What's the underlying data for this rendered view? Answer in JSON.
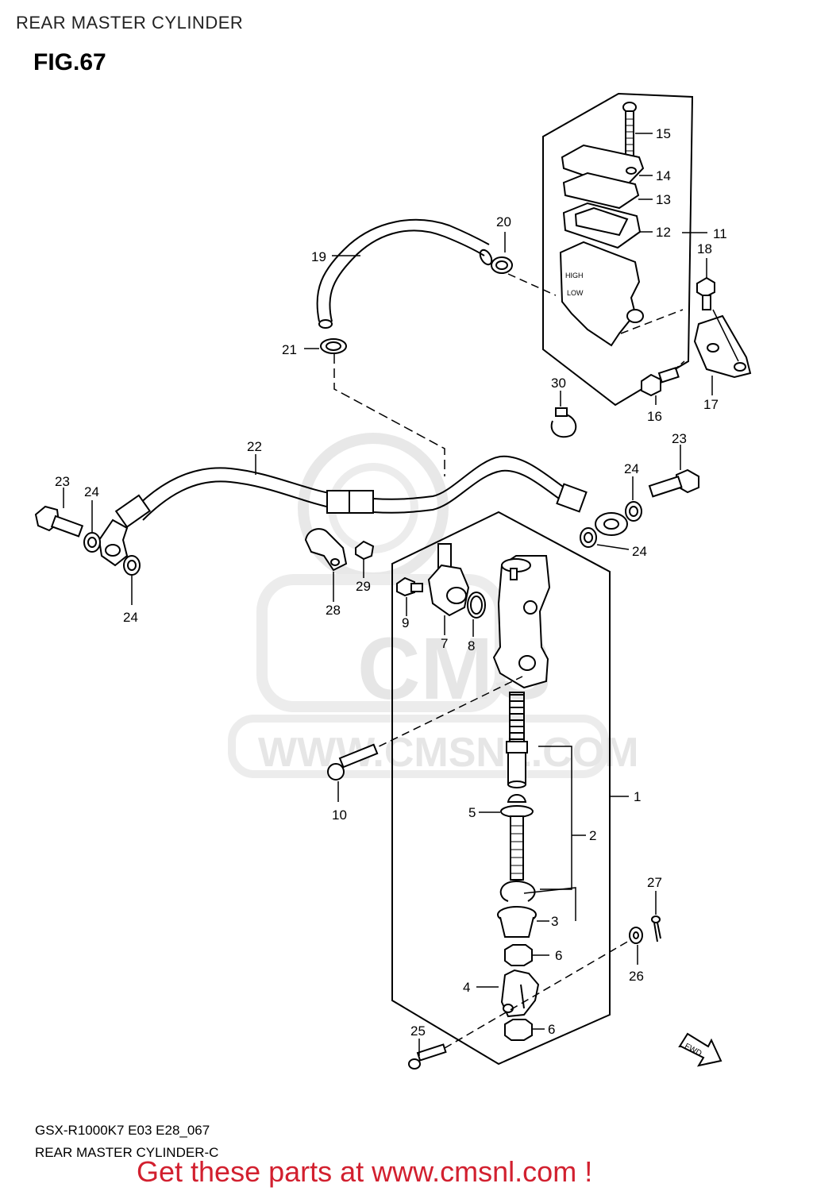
{
  "header_title": "REAR MASTER CYLINDER",
  "figure_label": "FIG.67",
  "footer": {
    "model_code": "GSX-R1000K7 E03 E28_067",
    "diagram_name": "REAR MASTER CYLINDER-C"
  },
  "promo_text": "Get these parts at www.cmsnl.com !",
  "watermark": {
    "brand": "CMS",
    "url": "WWW.CMSNL.COM"
  },
  "fwd_label": "FWD",
  "callouts": [
    "1",
    "2",
    "3",
    "4",
    "5",
    "6",
    "6",
    "7",
    "8",
    "9",
    "10",
    "11",
    "12",
    "13",
    "14",
    "15",
    "16",
    "17",
    "18",
    "19",
    "20",
    "21",
    "22",
    "23",
    "23",
    "24",
    "24",
    "24",
    "24",
    "25",
    "26",
    "27",
    "28",
    "29",
    "30"
  ],
  "colors": {
    "promo": "#d2202f",
    "line": "#000000",
    "watermark": "#e6e6e6"
  }
}
